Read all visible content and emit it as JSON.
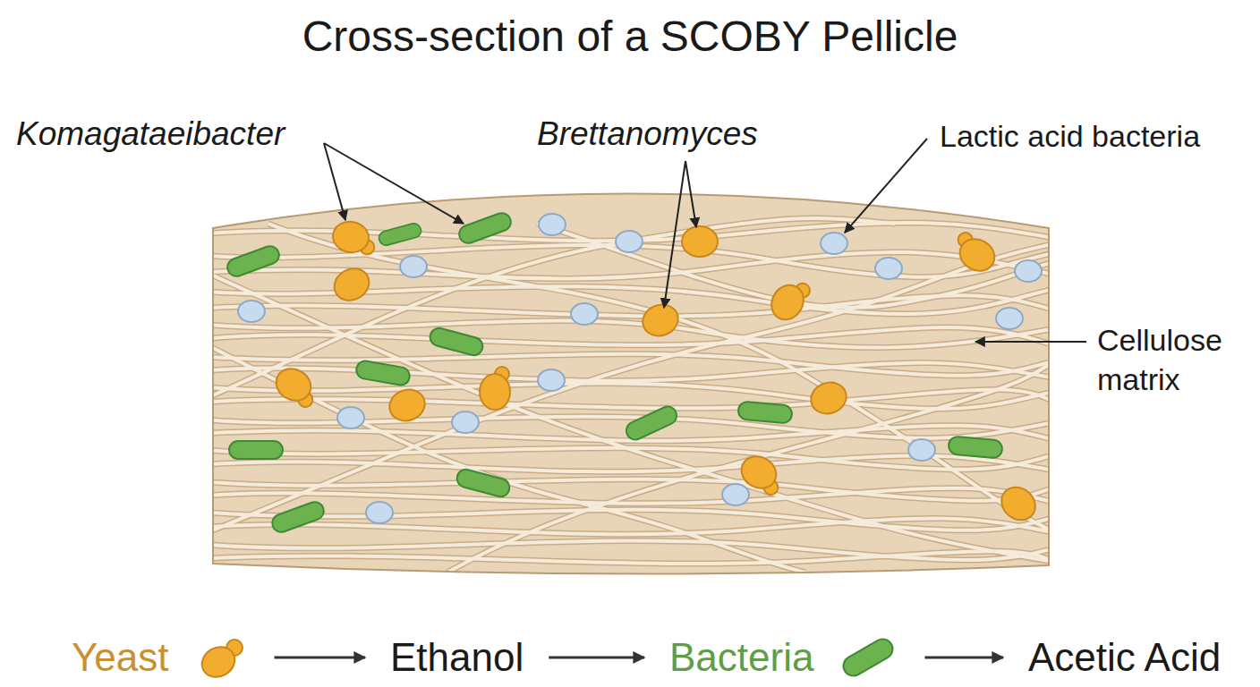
{
  "diagram": {
    "title": "Cross-section of a SCOBY Pellicle",
    "nodes": [
      {
        "text": [
          "Yeast"
        ]
      },
      {
        "text": [
          "Ethanol"
        ]
      },
      {
        "text": [
          "Bacteria"
        ]
      },
      {
        "text": [
          "Acetic Acid"
        ]
      }
    ],
    "edges": [
      {
        "from": 0,
        "to": 1,
        "arrow": "to"
      },
      {
        "from": 1,
        "to": 2,
        "arrow": "to"
      },
      {
        "from": 2,
        "to": 3,
        "arrow": "to"
      }
    ],
    "labels": [
      "Komagataeibacter",
      "Brettanomyces",
      "Lactic acid bacteria",
      "Cellulose matrix"
    ]
  }
}
